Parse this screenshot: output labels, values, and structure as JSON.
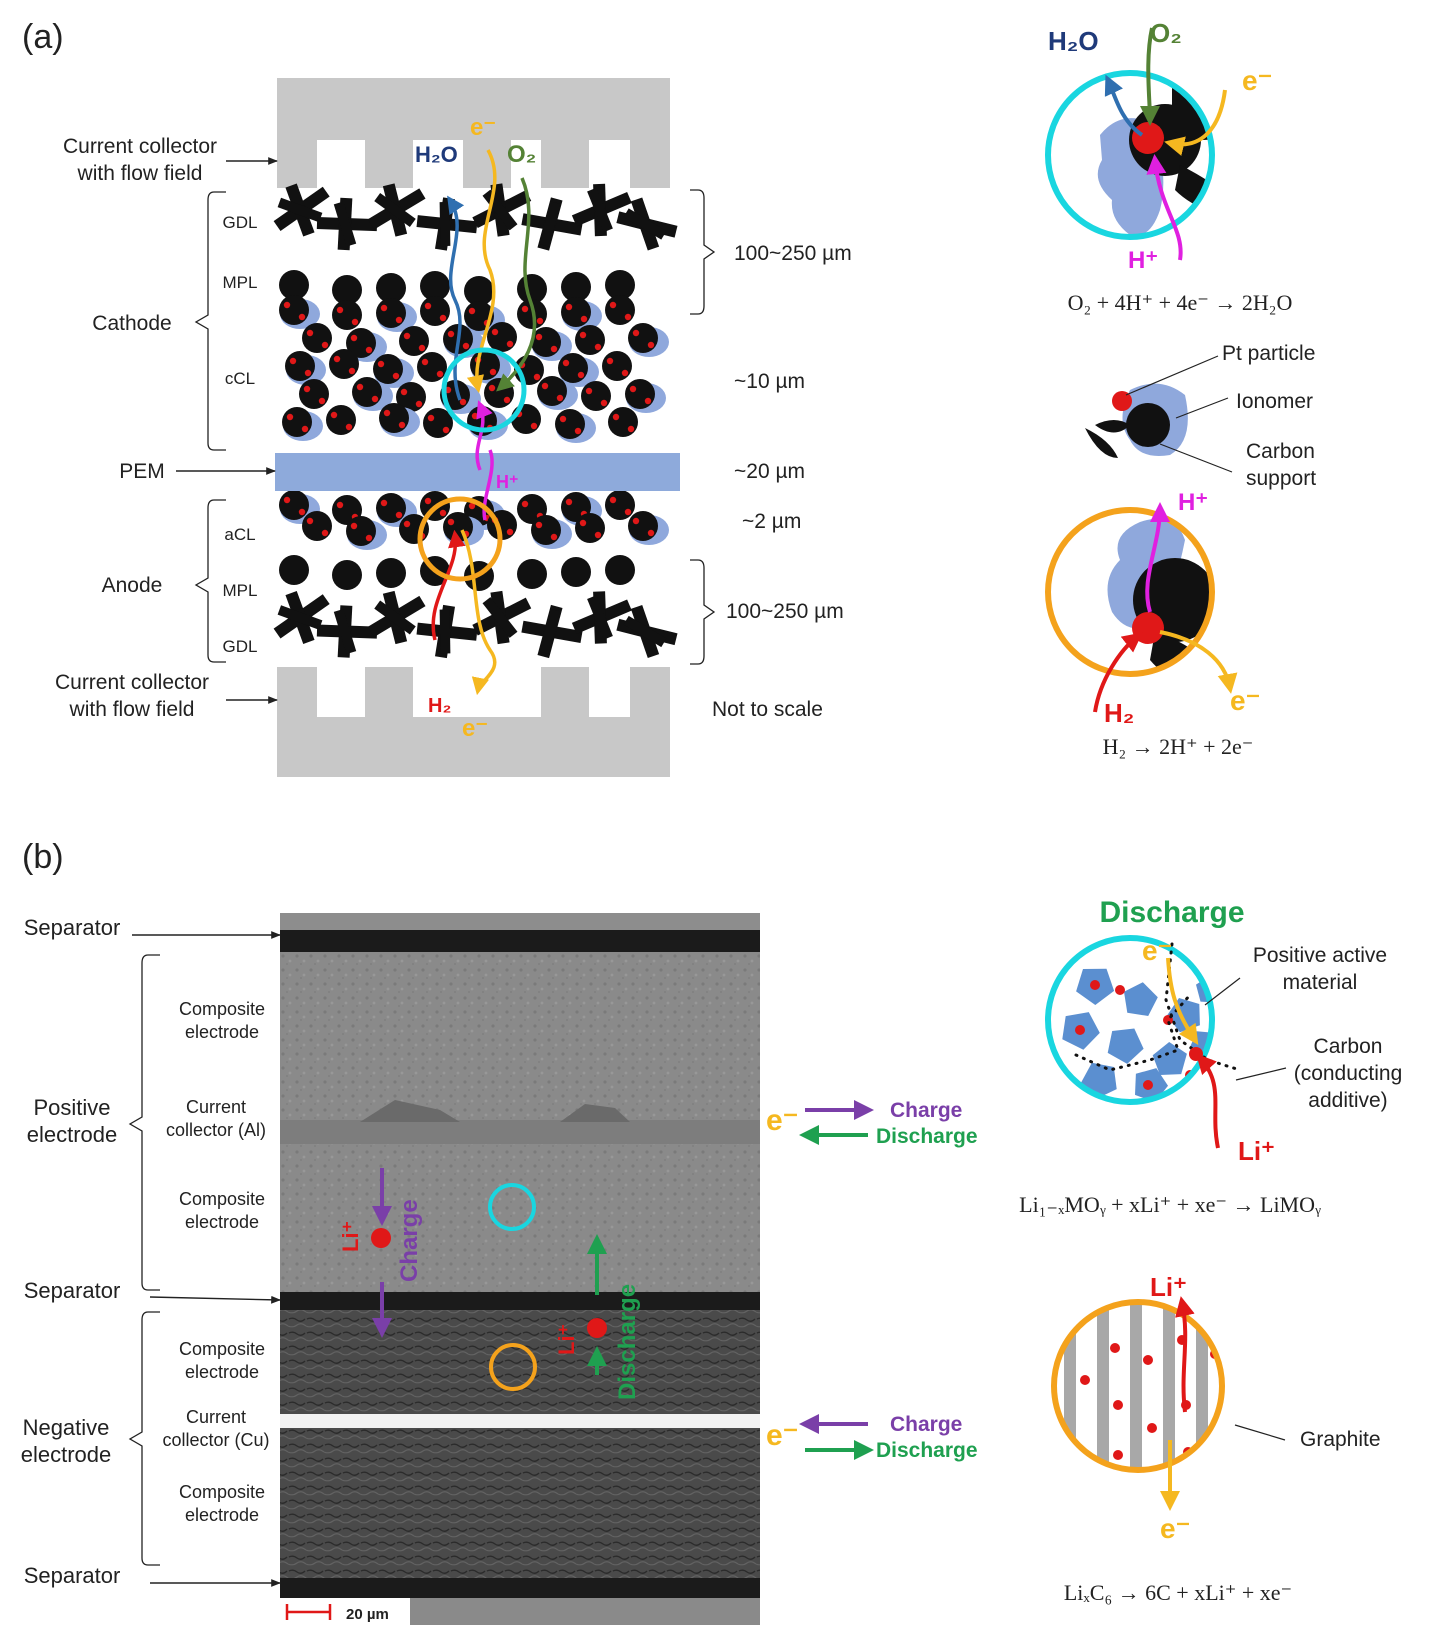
{
  "panel_a": {
    "label": "(a)",
    "left": {
      "cc_top_1": "Current collector",
      "cc_top_2": "with flow field",
      "gdl_top": "GDL",
      "mpl_top": "MPL",
      "cathode": "Cathode",
      "ccl": "cCL",
      "pem": "PEM",
      "acl": "aCL",
      "anode": "Anode",
      "mpl_bottom": "MPL",
      "gdl_bottom": "GDL",
      "cc_bot_1": "Current collector",
      "cc_bot_2": "with flow field"
    },
    "right": {
      "thick_top": "100~250 µm",
      "thick_ccl": "~10 µm",
      "thick_pem": "~20 µm",
      "thick_acl": "~2 µm",
      "thick_bottom": "100~250 µm",
      "not_to_scale": "Not to scale"
    },
    "species": {
      "h2o": "H₂O",
      "o2": "O₂",
      "e": "e⁻",
      "h": "H⁺",
      "h2": "H₂"
    },
    "insets": {
      "cathode_eq": "O₂ + 4H⁺ + 4e⁻ → 2H₂O",
      "legend_pt": "Pt particle",
      "legend_ionomer": "Ionomer",
      "legend_carbon_1": "Carbon",
      "legend_carbon_2": "support",
      "anode_eq": "H₂ → 2H⁺ + 2e⁻"
    }
  },
  "panel_b": {
    "label": "(b)",
    "left": {
      "separator": "Separator",
      "positive_1": "Positive",
      "positive_2": "electrode",
      "negative_1": "Negative",
      "negative_2": "electrode",
      "composite_1": "Composite",
      "composite_2": "electrode",
      "cc_al_1": "Current",
      "cc_al_2": "collector  (Al)",
      "cc_cu_1": "Current",
      "cc_cu_2": "collector (Cu)"
    },
    "micrograph": {
      "li": "Li⁺",
      "charge": "Charge",
      "discharge": "Discharge",
      "scale_bar": "20 µm"
    },
    "flows": {
      "e": "e⁻",
      "charge": "Charge",
      "discharge": "Discharge"
    },
    "insets": {
      "title": "Discharge",
      "e": "e⁻",
      "li": "Li⁺",
      "pos_material_1": "Positive active",
      "pos_material_2": "material",
      "carbon_1": "Carbon",
      "carbon_2": "(conducting",
      "carbon_3": "additive)",
      "positive_eq": "Li₁₋ₓMOᵧ + xLi⁺ + xe⁻ → LiMOᵧ",
      "graphite": "Graphite",
      "negative_eq": "LiₓC₆ → 6C + xLi⁺ + xe⁻"
    }
  },
  "colors": {
    "cyan": "#19d6e0",
    "orange": "#f4a21c",
    "yellow": "#f5b820",
    "magenta": "#e020e0",
    "red": "#e01818",
    "ionomer": "#8fa8dc",
    "pem": "#8eaadb",
    "collector": "#c8c8c8",
    "purple": "#7a3fa8",
    "green": "#1fa050",
    "h2o_arrow": "#2f6fb0",
    "o2_arrow": "#548235",
    "navy": "#1f3a7a"
  }
}
